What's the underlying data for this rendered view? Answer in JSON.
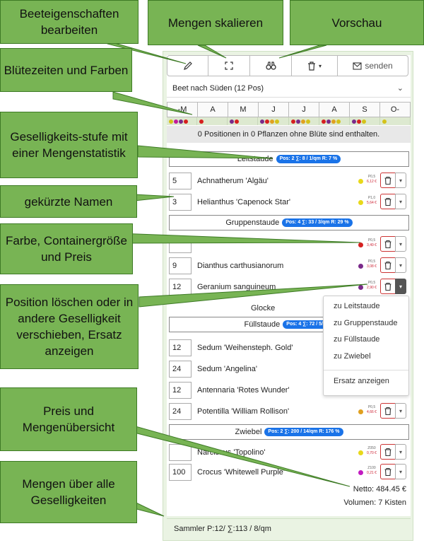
{
  "callouts": {
    "c1": "Beeteigenschaften bearbeiten",
    "c2": "Mengen skalieren",
    "c3": "Vorschau",
    "c4": "Blütezeiten und Farben",
    "c5": "Geselligkeits-stufe mit einer Mengenstatistik",
    "c6": "gekürzte Namen",
    "c7": "Farbe, Containergröße und Preis",
    "c8": "Position löschen oder in andere Geselligkeit verschieben, Ersatz anzeigen",
    "c9": "Preis und Mengenübersicht",
    "c10": "Mengen über alle Geselligkeiten"
  },
  "toolbar": {
    "edit_icon": "pencil-icon",
    "scale_icon": "expand-icon",
    "preview_icon": "binoculars-icon",
    "delete_icon": "trash-icon",
    "delete_caret": "▾",
    "send_icon": "mail-icon",
    "send_label": "senden"
  },
  "bed": {
    "selected": "Beet nach Süden (12 Pos)"
  },
  "months": [
    "-M",
    "A",
    "M",
    "J",
    "J",
    "A",
    "S",
    "O-"
  ],
  "bloom_dots": [
    [
      "#d4c21a",
      "#c21a9a",
      "#7a2a8a",
      "#d62020"
    ],
    [
      "#d62020"
    ],
    [
      "#7a2a8a",
      "#d62020"
    ],
    [
      "#7a2a8a",
      "#d62020",
      "#e0a020",
      "#d4c21a"
    ],
    [
      "#d62020",
      "#7a2a8a",
      "#e0a020",
      "#d4c21a"
    ],
    [
      "#d62020",
      "#7a2a8a",
      "#e0a020",
      "#d4c21a"
    ],
    [
      "#7a2a8a",
      "#d62020",
      "#d4c21a"
    ],
    [
      "#d4c21a"
    ]
  ],
  "no_bloom_text": "0 Positionen in 0 Pflanzen ohne Blüte sind enthalten.",
  "groups": {
    "leitstaude": {
      "label": "Leitstaude",
      "badge": "Pos: 2 ∑: 8 / 1/qm R: 7 %"
    },
    "gruppenstaude": {
      "label": "Gruppenstaude",
      "badge": "Pos: 4 ∑: 33 / 3/qm R: 29 %"
    },
    "fuellstaude": {
      "label": "Füllstaude",
      "badge": "Pos: 4 ∑: 72 / 5/qm"
    },
    "zwiebel": {
      "label": "Zwiebel",
      "badge": "Pos: 2 ∑: 200 / 14/qm R: 176 %"
    }
  },
  "rows": {
    "r1": {
      "qty": "5",
      "name": "Achnatherum 'Algäu'",
      "color": "#e8d81a",
      "container": "P0,5",
      "price": "6,12 €"
    },
    "r2": {
      "qty": "3",
      "name": "Helianthus 'Capenock Star'",
      "color": "#e8d81a",
      "container": "P1,0",
      "price": "5,64 €"
    },
    "r3": {
      "qty": "",
      "name": "",
      "color": "#d62020",
      "container": "P0,5",
      "price": "3,49 €"
    },
    "r4": {
      "qty": "9",
      "name": "Dianthus carthusianorum",
      "color": "#7a2a8a",
      "container": "P0,5",
      "price": "3,08 €"
    },
    "r5": {
      "qty": "12",
      "name": "Geranium sanguineum",
      "color": "#7a2a8a",
      "container": "P0,5",
      "price": "2,90 €"
    },
    "r6": {
      "name": "Glocke"
    },
    "r7": {
      "qty": "12",
      "name": "Sedum 'Weihensteph. Gold'"
    },
    "r8": {
      "qty": "24",
      "name": "Sedum 'Angelina'"
    },
    "r9": {
      "qty": "12",
      "name": "Antennaria 'Rotes Wunder'"
    },
    "r10": {
      "qty": "24",
      "name": "Potentilla 'William Rollison'",
      "color": "#e0a020",
      "container": "P0,5",
      "price": "4,66 €"
    },
    "r11": {
      "qty": "",
      "name": "Narcissus 'Topolino'",
      "color": "#e8d81a",
      "container": "Z050",
      "price": "0,70 €"
    },
    "r12": {
      "qty": "100",
      "name": "Crocus 'Whitewell Purple'",
      "color": "#c21ac0",
      "container": "Z100",
      "price": "0,21 €"
    }
  },
  "menu": {
    "item1": "zu Leitstaude",
    "item2": "zu Gruppenstaude",
    "item3": "zu Füllstaude",
    "item4": "zu Zwiebel",
    "item5": "Ersatz anzeigen"
  },
  "totals": {
    "net": "Netto:  484.45  €",
    "volume": "Volumen: 7 Kisten"
  },
  "footer": {
    "text": "Sammler P:12/ ∑:113 / 8/qm"
  }
}
